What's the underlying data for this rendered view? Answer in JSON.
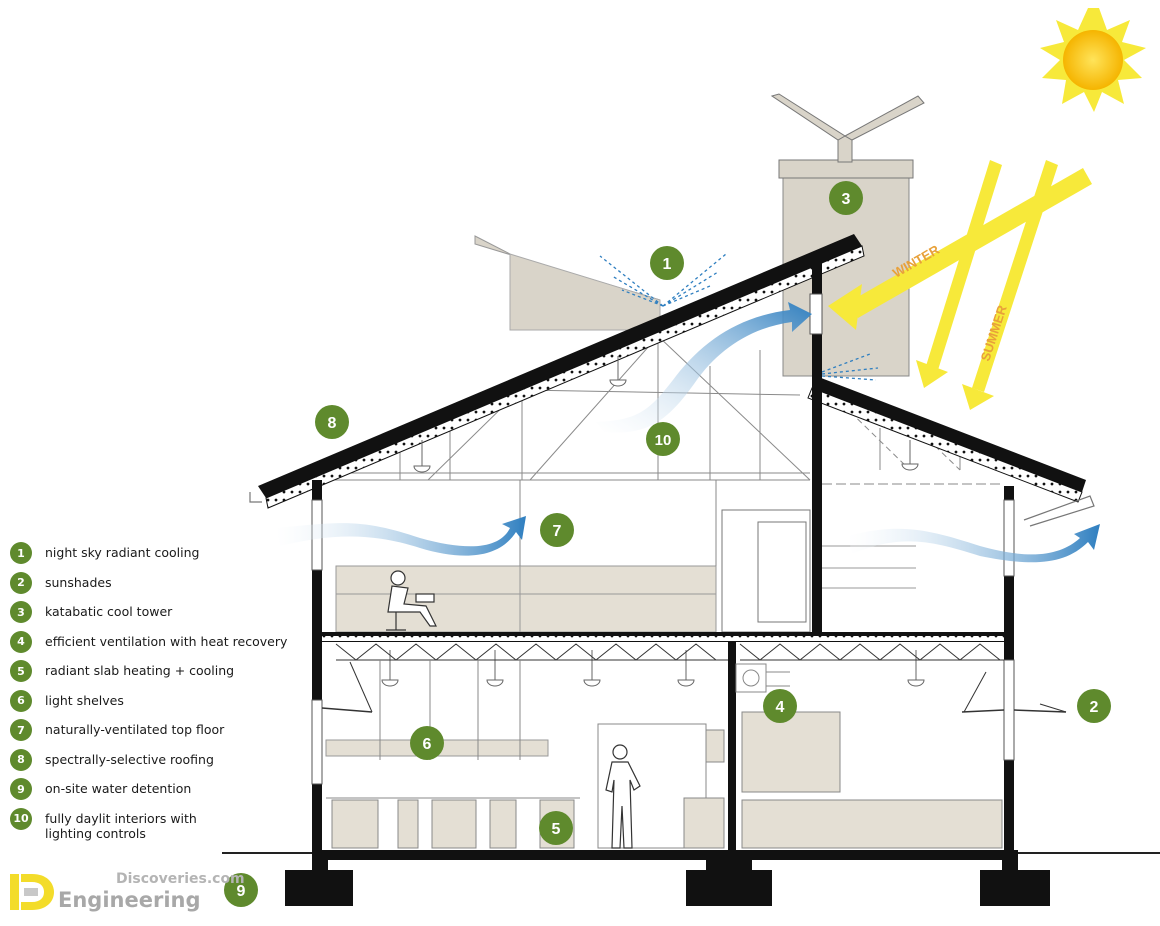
{
  "markers": {
    "m1": "1",
    "m2": "2",
    "m3": "3",
    "m4": "4",
    "m5": "5",
    "m6": "6",
    "m7": "7",
    "m8": "8",
    "m9": "9",
    "m10": "10"
  },
  "sun_labels": {
    "winter": "WINTER",
    "summer": "SUMMER"
  },
  "legend": [
    {
      "num": "1",
      "text": "night sky radiant cooling"
    },
    {
      "num": "2",
      "text": "sunshades"
    },
    {
      "num": "3",
      "text": "katabatic cool tower"
    },
    {
      "num": "4",
      "text": "efficient ventilation with heat  recovery"
    },
    {
      "num": "5",
      "text": "radiant slab heating + cooling"
    },
    {
      "num": "6",
      "text": "light shelves"
    },
    {
      "num": "7",
      "text": "naturally-ventilated top floor"
    },
    {
      "num": "8",
      "text": "spectrally-selective roofing"
    },
    {
      "num": "9",
      "text": "on-site water detention"
    },
    {
      "num": "10",
      "text": "fully daylit interiors with\nlighting controls"
    }
  ],
  "brand": {
    "top": "Discoveries.com",
    "bottom": "Engineering"
  },
  "colors": {
    "marker_green": "#5f8a2d",
    "wall_black": "#111111",
    "tower_beige": "#d9d4c9",
    "shelf_beige": "#e4dfd4",
    "air_blue": "#2f7fc0",
    "sun_yellow": "#f7e93a",
    "label_orange": "#e8a13a"
  }
}
